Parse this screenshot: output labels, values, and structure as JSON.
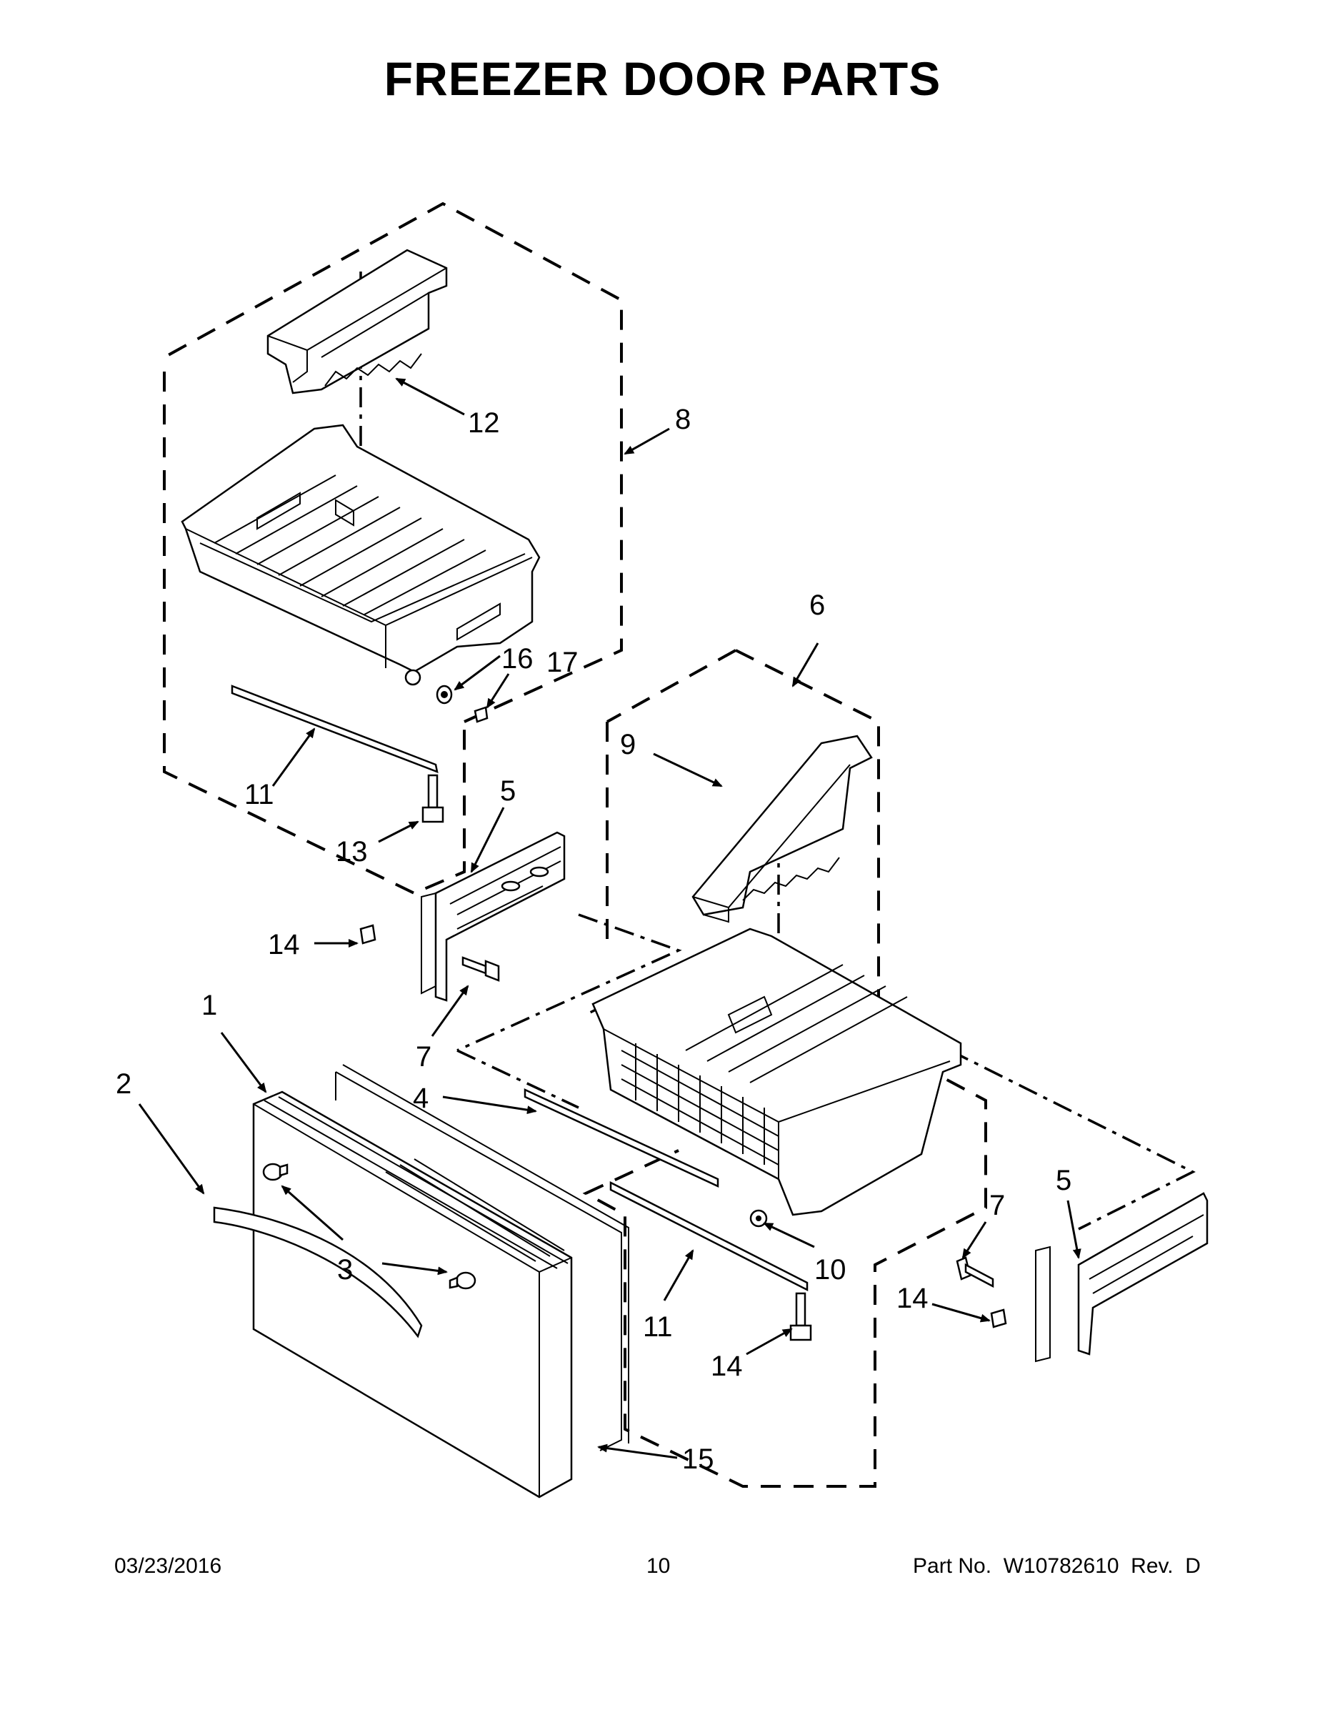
{
  "title": "FREEZER DOOR PARTS",
  "footer": {
    "date": "03/23/2016",
    "page": "10",
    "part_number": "Part No.  W10782610  Rev.  D"
  },
  "callouts": [
    {
      "id": "c1",
      "label": "1"
    },
    {
      "id": "c2",
      "label": "2"
    },
    {
      "id": "c3",
      "label": "3"
    },
    {
      "id": "c4",
      "label": "4"
    },
    {
      "id": "c5a",
      "label": "5"
    },
    {
      "id": "c5b",
      "label": "5"
    },
    {
      "id": "c6",
      "label": "6"
    },
    {
      "id": "c7a",
      "label": "7"
    },
    {
      "id": "c7b",
      "label": "7"
    },
    {
      "id": "c8",
      "label": "8"
    },
    {
      "id": "c9",
      "label": "9"
    },
    {
      "id": "c10",
      "label": "10"
    },
    {
      "id": "c11a",
      "label": "11"
    },
    {
      "id": "c11b",
      "label": "11"
    },
    {
      "id": "c12",
      "label": "12"
    },
    {
      "id": "c13a",
      "label": "13"
    },
    {
      "id": "c13b",
      "label": "13"
    },
    {
      "id": "c14a",
      "label": "14"
    },
    {
      "id": "c14b",
      "label": "14"
    },
    {
      "id": "c15",
      "label": "15"
    },
    {
      "id": "c16",
      "label": "16"
    },
    {
      "id": "c17",
      "label": "17"
    }
  ]
}
